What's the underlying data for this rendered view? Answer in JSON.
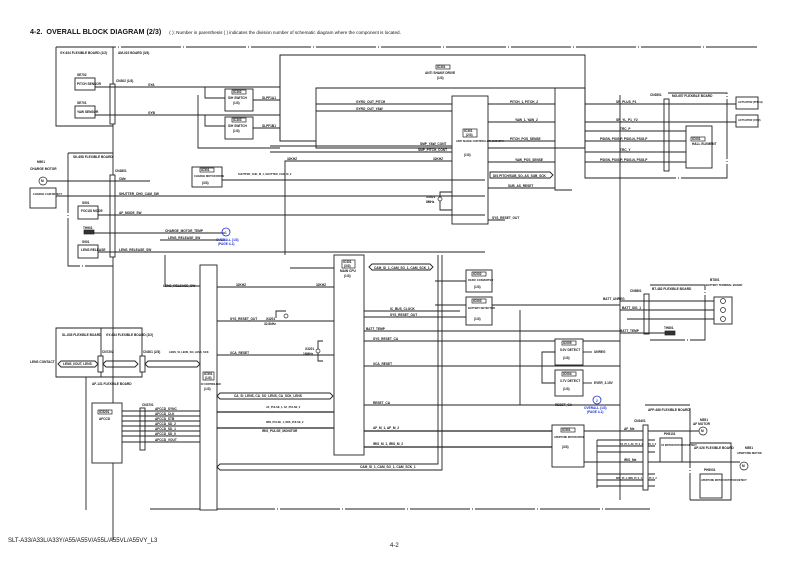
{
  "header": {
    "section": "4-2.",
    "title": "OVERALL BLOCK DIAGRAM (2/3)",
    "note": "( ): Number in parenthesis ( ) indicates the division number of schematic diagram where the component is located."
  },
  "footer": {
    "model": "SLT-A33/A33L/A33Y/A55/A55V/A55L/A55VL/A55VY_L3",
    "page": "4-2"
  },
  "boards": {
    "gy634_top": "GY-634 FLEXIBLE BOARD (1/2)",
    "am022": "AM-022 BOARD (3/3)",
    "mg657": "MG-657 FLEXIBLE BOARD",
    "sk658": "SK-658 FLEXIBLE BOARD",
    "sl635": "SL-635 FLEXIBLE BOARD",
    "gy634_bottom": "GY-634 FLEXIBLE BOARD (2/2)",
    "af131": "AF-131 FLEXIBLE BOARD",
    "bt482": "BT-482 FLEXIBLE BOARD",
    "afp486": "AFP-486 FLEXIBLE BOARD",
    "ap026": "AP-026 FLEXIBLE BOARD"
  },
  "components": {
    "pitch_sensor": {
      "ref": "SE702",
      "name": "PITCH SENSOR"
    },
    "yaw_sensor": {
      "ref": "SE701",
      "name": "YAW SENSOR"
    },
    "sw1": {
      "ref": "IC302",
      "name": "S/H SWITCH",
      "div": "(1/3)"
    },
    "sw2": {
      "ref": "IC303",
      "name": "S/H SWITCH",
      "div": "(1/3)"
    },
    "antishake_drive": {
      "ref": "IC301",
      "name": "ANTI SHAKE DRIVE",
      "div": "(1/3)"
    },
    "antishake_ctrl": {
      "ref": "IC301",
      "sub": "(2/3)",
      "name": "ANTI SHAKE CONTROLLER, SUB CPU",
      "div": "(1/3)"
    },
    "hall": {
      "ref": "IC001",
      "name": "HALL ELEMENT"
    },
    "act_pitch": "ACTUATOR (PITCH)",
    "act_yaw": "ACTUATOR (YAW)",
    "charge_motor_m": {
      "ref": "M901",
      "name": "CHARGE MOTOR"
    },
    "charge_cam": "CHARGE CAM DETECT",
    "charge_drive": {
      "ref": "IC501",
      "name": "CHARGE MOTOR DRIVE",
      "div": "(3/3)"
    },
    "focus_mode": {
      "ref": "S901",
      "name": "FOCUS MODE"
    },
    "th901": "TH901",
    "lens_release": {
      "ref": "S901",
      "name": "LENS RELEASE"
    },
    "main_cpu": {
      "ref": "IC301",
      "sub": "(3/3)",
      "name": "MAIN CPU",
      "div": "(1/3)"
    },
    "xtal_main": {
      "ref": "X3201",
      "freq": "32.8kHz"
    },
    "xtal_as": {
      "ref": "X3301",
      "freq": "8MHz"
    },
    "xtal_io": {
      "ref": "X3201",
      "freq": "16MHz"
    },
    "dcdc": {
      "ref": "IC002",
      "name": "DC/DC CONVERTER",
      "div": "(1/3)"
    },
    "batt_det": {
      "ref": "IC003",
      "name": "BATTERY DETECTOR",
      "div": "(1/3)"
    },
    "det_5v": {
      "ref": "IC005",
      "name": "5.0V DETECT",
      "div": "(1/3)"
    },
    "det_37v": {
      "ref": "IC004",
      "name": "3.7V DETECT",
      "div": "(1/3)"
    },
    "io_ctrl": {
      "ref": "IC501",
      "sub": "(1/3)",
      "name": "IO CONTROLLER",
      "div": "(1/3)"
    },
    "afccd": {
      "ref": "IC5201",
      "name": "AFCCD"
    },
    "aperture_drive": {
      "ref": "IC501",
      "name": "APERTURE MOTOR DRIVE",
      "div": "(3/3)"
    },
    "af_motor_det": {
      "ref": "PH5101",
      "name": "AF MOTOR ROTATION DETECT"
    },
    "ap_motor_det": {
      "ref": "PH5001",
      "name": "APERTURE MOTOR ROTATION DETECT"
    },
    "af_motor": {
      "ref": "M551",
      "name": "AF MOTOR"
    },
    "ap_motor": {
      "ref": "M551",
      "name": "APERTURE MOTOR"
    },
    "batt_term": {
      "ref": "BT801",
      "name": "BATTERY TERMINAL BOARD"
    },
    "th801": "TH801",
    "lens_contact": "LENS CONTACT"
  },
  "connectors": {
    "cn_gy": "CN302 (1/3)",
    "cn_mg": "CN3501",
    "cn_sk": "CN3801",
    "cn_sl": "CN7202",
    "cn_gy2": "CN301 (2/3)",
    "cn_af": "CN3701",
    "cn_bt": "CN5801",
    "cn_afp": "CN3401"
  },
  "signals": {
    "gyro_a": "GYA",
    "gyro_b": "GYB",
    "sw1_out": "SLPF1A1",
    "sw2_out": "SLPF1B1",
    "gyro_pitch": "GYRO_OUT_PITCH",
    "gyro_yaw": "GYRO_OUT_YAW",
    "pitch12": "PITCH_1, PITCH_2",
    "yaw12": "YAW_1, YAW_2",
    "pitch_pos": "PITCH_POS_SENSE",
    "yaw_pos": "YAW_POS_SENSE",
    "mg_pitch": "SR_PLUS_P1",
    "mg_yaw": "SR_YL_P1_Y2",
    "trc_p": "TRC_P",
    "trc_y": "TRC_Y",
    "hall_p": "PSIGN, PSIG-P, PSIG-N, PSIG-P",
    "hall_y": "PSIGN, PSIG-P, PSIG-N, PSIG-P",
    "smp_yaw": "SMP_YAW_CONT",
    "smp_pitch": "SMP_PITCH_CONT",
    "clk32": "32KHZ",
    "clk32b": "32KHZ",
    "as_bus": "DIS PITCH/SUB_SO, AS_SUB_SCK",
    "as_reset": "SUB_AS_RESET",
    "sys_reset_out_top": "SYS_RESET_OUT",
    "cm": "CM±",
    "shutter_chg": "SHUTTER_CHG_M_1, SHUTTER_CHG_M_2",
    "shutter_cam": "SHUTTER_CHG_CAM_SW",
    "af_mode_sw": "AF_MODE_SW",
    "charge_temp": "CHARGE_MOTOR_TEMP",
    "lens_rel_sw": "LENS_RELEASE_SW",
    "lens_rel_sw2": "LENS_RELEASE_SW",
    "lens_rel_sw3": "LENS_RELEASE_SW",
    "cam_bus": "CAM_SI_1, CAM_SO_1, CAM_SCK_1",
    "clk32_io": "32KHZ",
    "clk32_io2": "32KHZ",
    "ic_bus_clock": "IC_BUS_CLOCK",
    "sys_reset_out": "SYS_RESET_OUT",
    "sys_reset_out2": "SYS_RESET_OUT",
    "batt_temp": "BATT_TEMP",
    "sys_reset_ca": "SYS_RESET_CA",
    "xca_reset": "XCA_RESET",
    "xca_reset2": "XCA_RESET",
    "reset_ca": "RESET_CA",
    "reset_ca2": "RESET_CA",
    "lens_bus": "LENS_SI, LENS_SO, LENS_SCK",
    "lens_lead": "LENS_LEAD",
    "lens_cont": "LENS_I/OUT, LENS",
    "ca_bus": "CA_SI_LENS, CA_SO_LENS, CA_SCK_LENS",
    "af_pulse": "AF_PULSE_1, AF_PULSE_2",
    "iris_pulse": "IRIS_PULSE_1, IRIS_PULSE_2",
    "iris_monitor": "IRIS_PULSE_MONITOR",
    "af_m": "AF_M_1, AF_M_2",
    "iris_m": "IRIS_M_1, IRIS_M_2",
    "cam_bus2": "CAM_SI_1, CAM_SO_1, CAM_SCK_1",
    "afccd_sync": "AFCCD_SYNC",
    "afccd_clk": "AFCCD_CLK",
    "afccd_stb": "AFCCD_STB",
    "afccd_sd2": "AFCCD_SD_2",
    "afccd_sd1": "AFCCD_SD_1",
    "afccd_sd0": "AFCCD_SD_0",
    "afccd_vout": "AFCCD_VOUT",
    "unreg": "UNREG",
    "ever": "EVER_3.15V",
    "batt_unreg": "BATT_UNREG",
    "batt_sig": "BATT_SIG_1",
    "batt_temp2": "BATT_TEMP",
    "af_m_out": "AF_M±",
    "af_pi": "AF_PI_1, AF_PI_0_1, AF_PI_0_2",
    "iris_m_out": "IRIS_M±",
    "iris_pi": "IRIS_PI_1, IRIS_PI_0_1, IRIS_PI_0_2"
  },
  "references": [
    {
      "num": "1",
      "label": "OVERALL (1/3)",
      "page": "(PAGE 4-1)"
    },
    {
      "num": "2",
      "label": "OVERALL (1/3)",
      "page": "(PAGE 4-1)"
    }
  ],
  "colors": {
    "reference": "#1a2fd6",
    "line": "#222222"
  }
}
